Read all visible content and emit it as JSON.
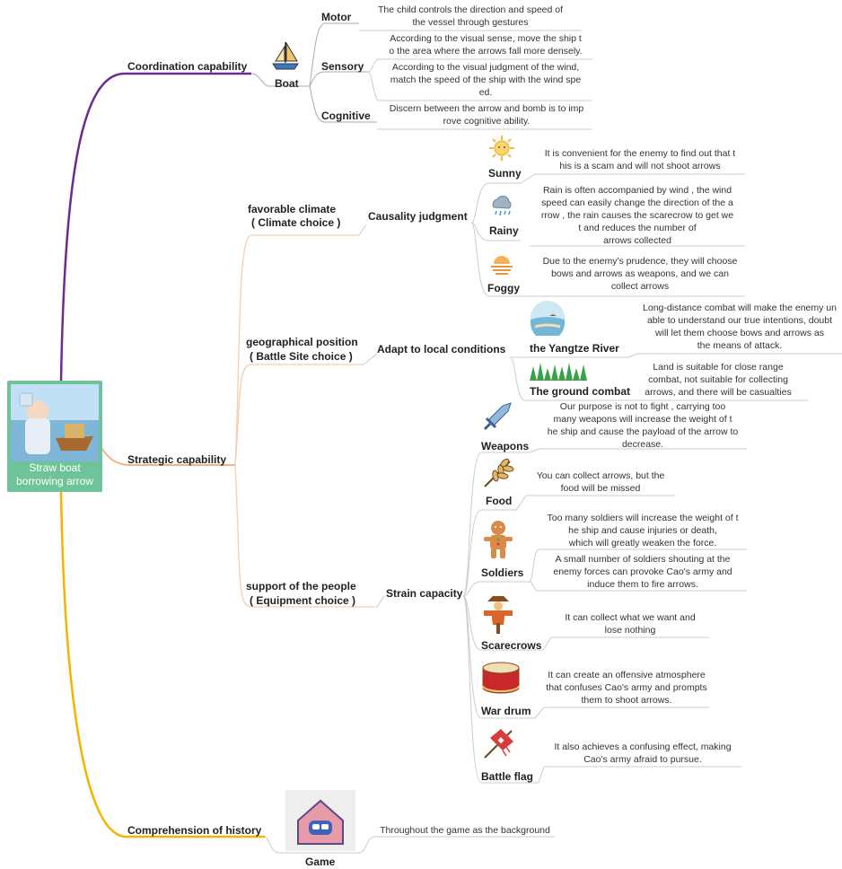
{
  "root": {
    "label_line1": "Straw boat",
    "label_line2": "borrowing arrow"
  },
  "branches": {
    "coordination": "Coordination capability",
    "strategic": "Strategic capability",
    "history": "Comprehension of history"
  },
  "boat": {
    "label": "Boat",
    "motor": {
      "label": "Motor",
      "desc": [
        "The child controls the direction and speed of",
        "the vessel through gestures"
      ]
    },
    "sensory": {
      "label": "Sensory",
      "desc1": [
        "According to the visual sense, move the ship  t",
        "o the area where the arrows fall more densely."
      ],
      "desc2": [
        "According to the visual judgment of the wind,",
        "match the speed of the ship with the wind spe",
        "ed."
      ]
    },
    "cognitive": {
      "label": "Cognitive",
      "desc": [
        "Discern between the arrow and bomb is to imp",
        "rove cognitive ability."
      ]
    }
  },
  "climate": {
    "title1": "favorable climate",
    "title2": "( Climate choice )",
    "judgment": "Causality judgment",
    "sunny": {
      "label": "Sunny",
      "desc": [
        "It is convenient for the enemy to find out that t",
        "his is a scam and will not shoot arrows"
      ]
    },
    "rainy": {
      "label": "Rainy",
      "desc": [
        "Rain is often accompanied by wind , the wind",
        "speed can easily change the direction of the   a",
        "rrow , the rain causes the scarecrow to get  we",
        "t and reduces the number of",
        "arrows collected"
      ]
    },
    "foggy": {
      "label": "Foggy",
      "desc": [
        "Due to the enemy's prudence, they will choose",
        "bows and arrows as weapons, and we can",
        "collect arrows"
      ]
    }
  },
  "geo": {
    "title1": "geographical position",
    "title2": "( Battle Site choice )",
    "adapt": "Adapt to local conditions",
    "river": {
      "label": "the Yangtze River",
      "desc": [
        "Long-distance combat will make the enemy un",
        "able to understand our true intentions, doubt",
        "will let them choose bows and arrows as",
        "the means of attack."
      ]
    },
    "ground": {
      "label": "The ground combat",
      "desc": [
        "Land is suitable for close range",
        "combat, not suitable for collecting",
        "arrows, and there will be casualties"
      ]
    }
  },
  "people": {
    "title1": "support of the people",
    "title2": "( Equipment choice )",
    "strain": "Strain capacity",
    "weapons": {
      "label": "Weapons",
      "desc": [
        "Our purpose is not to fight , carrying too",
        "many weapons will increase the weight of       t",
        "he ship and cause the payload of the arrow   to",
        "decrease."
      ]
    },
    "food": {
      "label": "Food",
      "desc": [
        "You can collect arrows, but the",
        "food will be missed"
      ]
    },
    "soldiers": {
      "label": "Soldiers",
      "desc1": [
        "Too many soldiers will increase the weight of t",
        "he ship and cause injuries or death,",
        "which will greatly weaken the force."
      ],
      "desc2": [
        "A small number of soldiers shouting at the",
        "enemy forces can provoke Cao's army and",
        "induce them to fire arrows."
      ]
    },
    "scarecrows": {
      "label": "Scarecrows",
      "desc": [
        "It can collect what we want and",
        "lose nothing"
      ]
    },
    "drum": {
      "label": "War drum",
      "desc": [
        "It can create an offensive atmosphere",
        "that confuses Cao's army and prompts",
        "them to shoot arrows."
      ]
    },
    "flag": {
      "label": "Battle flag",
      "desc": [
        "It also achieves a confusing effect, making",
        "Cao's army afraid to pursue."
      ]
    }
  },
  "game": {
    "label": "Game",
    "desc": "Throughout the game as the background"
  },
  "icons": {
    "boat": "sailboat-icon",
    "sunny": "sun-icon",
    "rainy": "rain-cloud-icon",
    "foggy": "fog-icon",
    "river": "river-icon",
    "ground": "grass-icon",
    "weapons": "sword-icon",
    "food": "wheat-icon",
    "soldiers": "gingerbread-soldier-icon",
    "scarecrows": "scarecrow-icon",
    "drum": "drum-icon",
    "flag": "flag-icon",
    "game": "vr-game-icon"
  },
  "colors": {
    "coordination": "#6a2c91",
    "strategic": "#f2b28c",
    "history": "#f5b300",
    "root": "#6fc39a"
  }
}
